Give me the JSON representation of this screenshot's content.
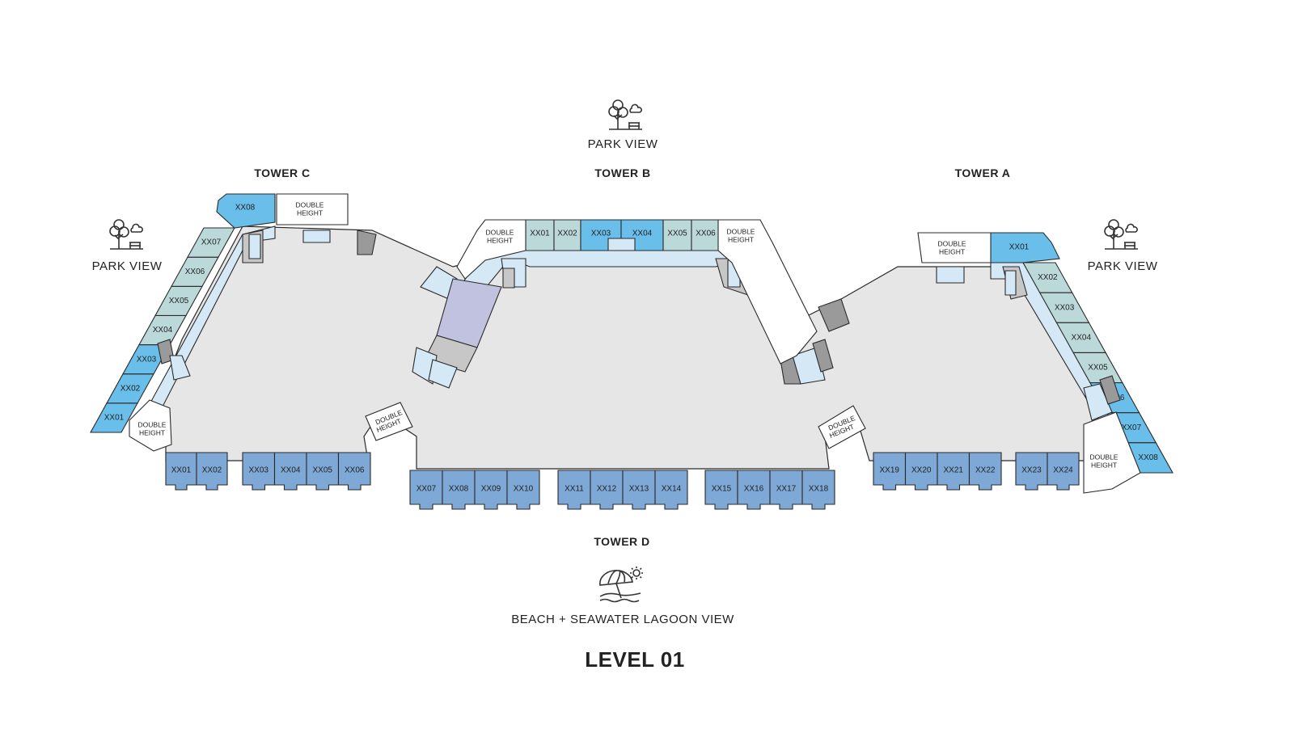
{
  "views": {
    "top": "PARK VIEW",
    "left": "PARK VIEW",
    "right": "PARK VIEW",
    "bottom": "BEACH + SEAWATER LAGOON VIEW"
  },
  "towers": {
    "a": "TOWER A",
    "b": "TOWER B",
    "c": "TOWER C",
    "d": "TOWER D"
  },
  "level_title": "LEVEL 01",
  "double_height_label": [
    "DOUBLE",
    "HEIGHT"
  ],
  "colors": {
    "courtyard": "#e6e6e6",
    "unit_blue": "#69bfea",
    "unit_teal": "#bcd9da",
    "unit_tower_d": "#7ea8d6",
    "corridor": "#d5e8f5",
    "core": "#c7c7c7",
    "dark_core": "#9a9a9a",
    "lavender": "#c1c2e0",
    "outline": "#2a2a2a"
  },
  "icons": {
    "park": "tree-and-bench-icon",
    "beach": "umbrella-and-sun-icon"
  },
  "units": {
    "tower_c": [
      "XX01",
      "XX02",
      "XX03",
      "XX04",
      "XX05",
      "XX06",
      "XX07",
      "XX08"
    ],
    "tower_b": [
      "XX01",
      "XX02",
      "XX03",
      "XX04",
      "XX05",
      "XX06"
    ],
    "tower_a": [
      "XX01",
      "XX02",
      "XX03",
      "XX04",
      "XX05",
      "XX06",
      "XX07",
      "XX08"
    ],
    "tower_d": [
      "XX01",
      "XX02",
      "XX03",
      "XX04",
      "XX05",
      "XX06",
      "XX07",
      "XX08",
      "XX09",
      "XX10",
      "XX11",
      "XX12",
      "XX13",
      "XX14",
      "XX15",
      "XX16",
      "XX17",
      "XX18",
      "XX19",
      "XX20",
      "XX21",
      "XX22",
      "XX23",
      "XX24"
    ]
  },
  "unit_colors": {
    "tower_c": [
      "blue",
      "blue",
      "blue",
      "teal",
      "teal",
      "teal",
      "teal",
      "blue"
    ],
    "tower_b": [
      "teal",
      "teal",
      "blue",
      "blue",
      "teal",
      "teal"
    ],
    "tower_a": [
      "blue",
      "teal",
      "teal",
      "teal",
      "teal",
      "blue",
      "blue",
      "blue"
    ]
  }
}
